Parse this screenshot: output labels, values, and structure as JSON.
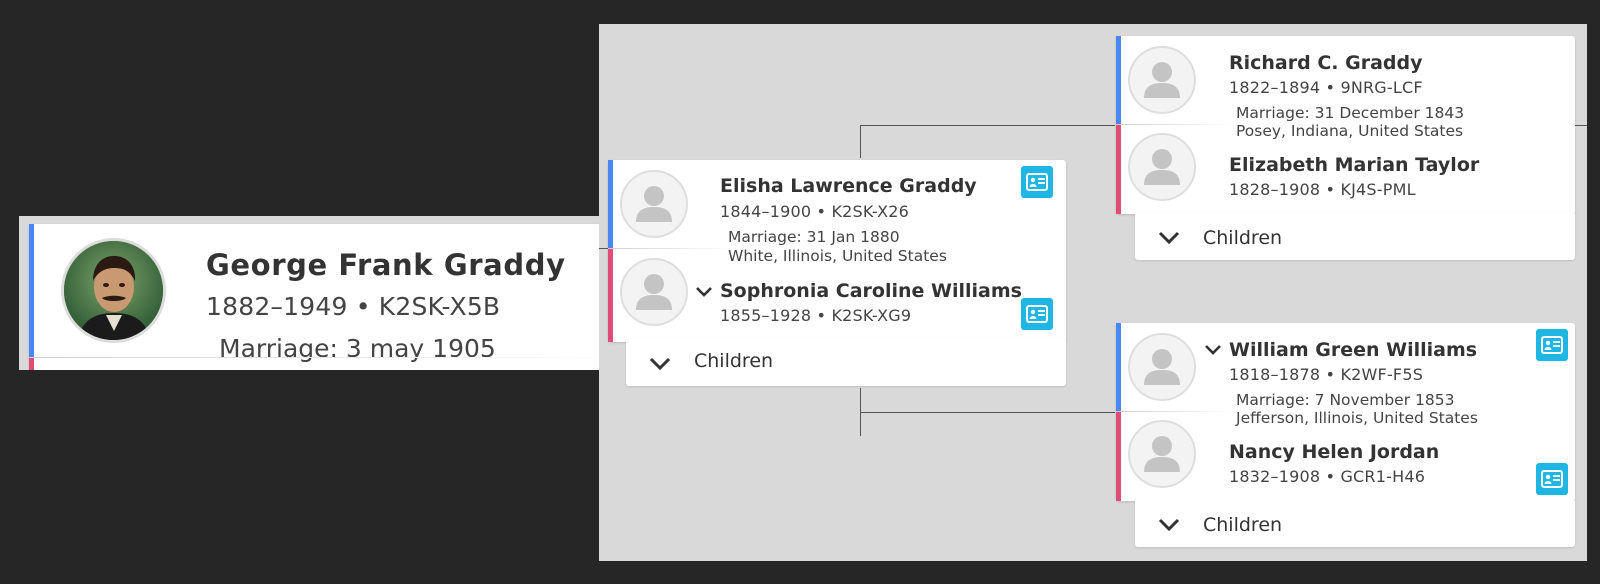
{
  "focus": {
    "name": "George Frank Graddy",
    "lifespan": "1882–1949 • K2SK-X5B",
    "marriage": "Marriage: 3 may 1905"
  },
  "parents": {
    "father": {
      "name": "Elisha Lawrence Graddy",
      "lifespan": "1844–1900 • K2SK-X26"
    },
    "marriage_date": "Marriage: 31 Jan 1880",
    "marriage_place": "White, Illinois, United States",
    "mother": {
      "name": "Sophronia Caroline Williams",
      "lifespan": "1855–1928 • K2SK-XG9"
    },
    "children_label": "Children"
  },
  "paternal_grandparents": {
    "father": {
      "name": "Richard C. Graddy",
      "lifespan": "1822–1894 • 9NRG-LCF"
    },
    "marriage_date": "Marriage: 31 December 1843",
    "marriage_place": "Posey, Indiana, United States",
    "mother": {
      "name": "Elizabeth Marian Taylor",
      "lifespan": "1828–1908 • KJ4S-PML"
    },
    "children_label": "Children"
  },
  "maternal_grandparents": {
    "father": {
      "name": "William Green Williams",
      "lifespan": "1818–1878 • K2WF-F5S"
    },
    "marriage_date": "Marriage: 7 November 1853",
    "marriage_place": "Jefferson, Illinois, United States",
    "mother": {
      "name": "Nancy Helen Jordan",
      "lifespan": "1832–1908 • GCR1-H46"
    },
    "children_label": "Children"
  },
  "icons": {
    "avatar": "person-silhouette-icon",
    "photo": "portrait-photo",
    "person_card": "person-card-icon",
    "expand": "chevron-down-icon"
  },
  "colors": {
    "background": "#262626",
    "panel": "#d9d9d9",
    "male": "#4a86f4",
    "female": "#e14b78",
    "card_icon": "#1fb6e4",
    "connector": "#555555"
  }
}
